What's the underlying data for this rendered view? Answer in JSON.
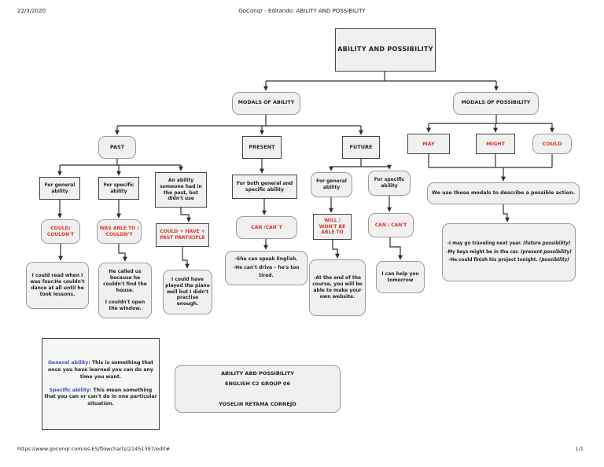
{
  "header": {
    "date": "22/3/2020",
    "title": "GoConqr - Editando: ABILITY AND POSSIBILITY"
  },
  "footer": {
    "url": "https://www.goconqr.com/es-ES/flowcharts/21451397/edit#",
    "page_indicator": "1/1"
  },
  "colors": {
    "modal_red": "#da392b",
    "definition_blue": "#3b52b8",
    "node_fill": "#f0f0f0",
    "line_color": "#2f2f2f"
  },
  "nodes": {
    "title": {
      "label": "ABILITY AND POSSIBILITY"
    },
    "modals_ability": {
      "label": "MODALS OF ABILITY"
    },
    "modals_possibility": {
      "label": "MODALS OF POSSIBILITY"
    },
    "past": {
      "label": "PAST"
    },
    "present": {
      "label": "PRESENT"
    },
    "future": {
      "label": "FUTURE"
    },
    "may": {
      "label": "MAY"
    },
    "might": {
      "label": "MIGHT"
    },
    "could": {
      "label": "COULD"
    },
    "for_general_past": {
      "label": "For general ability"
    },
    "for_specific_past": {
      "label": "For specific ability"
    },
    "an_ability": {
      "label": "An ability someone had in the past, but didn't use"
    },
    "for_both": {
      "label": "For both general and specific ability"
    },
    "for_general_future": {
      "label": "For general ability"
    },
    "for_specific_future": {
      "label": "For specific ability"
    },
    "we_use": {
      "label": "We use these modals to describe a possible action."
    },
    "could_couldnt": {
      "label": "COULD/ COULDN'T"
    },
    "was_able": {
      "label": "WAS ABLE TO / COULDN'T"
    },
    "could_have": {
      "label": "COULD + HAVE + PAST PARTICIPLE"
    },
    "can_cant_present": {
      "label": "CAN /CAN´T"
    },
    "will_wont": {
      "label": "WILL / WON'T BE ABLE TO"
    },
    "can_cant_future": {
      "label": "CAN / CAN'T"
    },
    "ex_past_general": {
      "label": "I could read when I was four.He couldn't dance at all until he took lessons."
    },
    "ex_past_specific": {
      "label": "He called us because he couldn't find the house.\n\nI couldn't open the window."
    },
    "ex_past_could_have": {
      "label": "I could have played the piano well but I didn't practise enough."
    },
    "ex_present": {
      "label": "-She can speak English.\n-He can't drive – he's too tired."
    },
    "ex_future_general": {
      "label": "-At the end of the course, you will be able to make your own website."
    },
    "ex_future_specific": {
      "label": "I can help you tomorrow"
    },
    "ex_possibility": {
      "lines": [
        {
          "text": "-I may go traveling next year. ",
          "note": "(future possibility)"
        },
        {
          "text": "-My keys might be in the car. ",
          "note": "(present possibility)"
        },
        {
          "text": "-He could finish his project tonight. ",
          "note": "(possibility)"
        }
      ]
    },
    "definitions": {
      "general_label": "General ability:",
      "general_text": " This is something that once you have learned you can do any time you want.",
      "specific_label": "Specific ability:",
      "specific_text": " This mean something that you can or can't do in one particular situation."
    },
    "credits": {
      "label": "ABILITY ABD POSSIBILITY\nENGLISH C2 GROUP 06\n\nYOSELIN RETAMA CORNEJO"
    }
  }
}
